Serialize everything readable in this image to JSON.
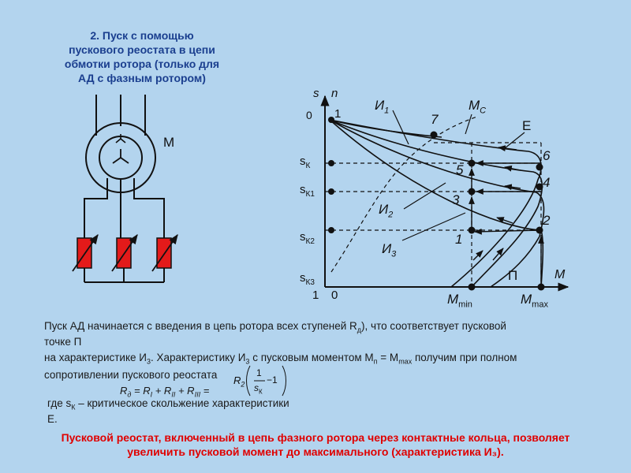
{
  "title": {
    "line1": "2. Пуск с помощью",
    "line2": "пускового реостата в цепи",
    "line3": "обмотки ротора (только для",
    "line4": "АД с фазным ротором)"
  },
  "motor_label": "М",
  "graph_labels": {
    "s_axis": "s",
    "n_axis": "n",
    "origin_s": "0",
    "origin_n": "1",
    "bottom_s": "1",
    "bottom_n": "0",
    "m_axis": "M",
    "sk": "s",
    "sk_sub": "К",
    "sk1": "s",
    "sk1_sub": "К1",
    "sk2": "s",
    "sk2_sub": "К2",
    "sk3": "s",
    "sk3_sub": "К3",
    "i1": "И",
    "i1_sub": "1",
    "i2": "И",
    "i2_sub": "2",
    "i3": "И",
    "i3_sub": "3",
    "mc": "М",
    "mc_sub": "С",
    "e": "Е",
    "p": "П",
    "mmin": "M",
    "mmin_sub": "min",
    "mmax": "M",
    "mmax_sub": "max",
    "pt1": "1",
    "pt2": "2",
    "pt3": "3",
    "pt4": "4",
    "pt5": "5",
    "pt6": "6",
    "pt7": "7"
  },
  "text": {
    "line1": "Пуск АД начинается с введения в цепь ротора всех  ступеней R",
    "line1_sub": "д",
    "line1_end": "), что  соответствует пусковой",
    "line2": "точке П",
    "line3a": "на характеристике И",
    "line3a_sub": "3",
    "line3b": ". Характеристику И",
    "line3b_sub": "3",
    "line3c": " с пусковым моментом M",
    "line3c_sub": "п",
    "line3d": " = M",
    "line3d_sub": "max",
    "line3e": "  получим при полном",
    "line4": "сопротивлении пускового реостата",
    "line6": "где s",
    "line6_sub": "К",
    "line6_end": " – критическое скольжение характеристики",
    "line7": "Е."
  },
  "formula": {
    "r": "R",
    "r_sub": "д",
    "eq": " = R",
    "r1_sub": "I",
    "plus1": " + R",
    "r2_sub": "II",
    "plus2": " + R",
    "r3_sub": "III",
    "eq2": " =",
    "r2": "R",
    "r2b_sub": "2",
    "num": "1",
    "den": "s",
    "den_sub": "К",
    "minus": "−1"
  },
  "footer": {
    "line1": "Пусковой реостат, включенный в цепь фазного ротора через контактные кольца, позволяет",
    "line2": "увеличить пусковой момент до максимального (характеристика И₃)."
  },
  "colors": {
    "background": "#b3d4ee",
    "title": "#1b3f8f",
    "footer": "#e00000",
    "resistor": "#e31a1a"
  }
}
